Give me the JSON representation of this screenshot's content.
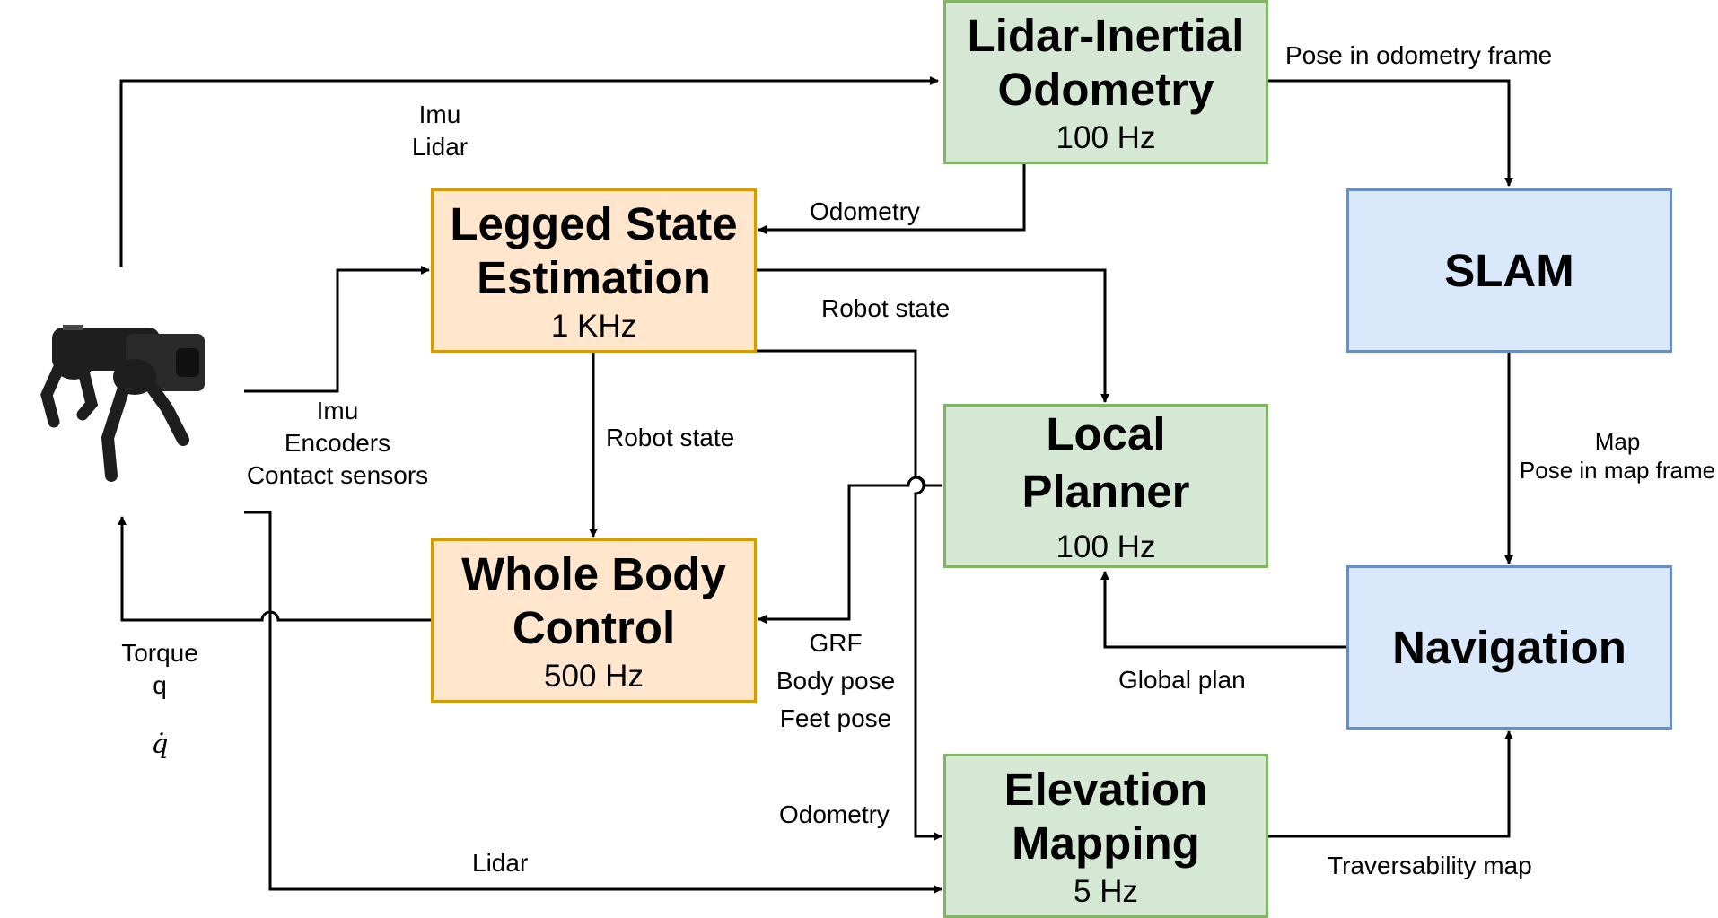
{
  "nodes": {
    "lio": {
      "title_1": "Lidar-Inertial",
      "title_2": "Odometry",
      "rate": "100 Hz"
    },
    "lse": {
      "title_1": "Legged State",
      "title_2": "Estimation",
      "rate": "1 KHz"
    },
    "slam": {
      "title": "SLAM"
    },
    "local_planner": {
      "title_1": "Local",
      "title_2": "Planner",
      "rate": "100 Hz"
    },
    "wbc": {
      "title_1": "Whole Body",
      "title_2": "Control",
      "rate": "500 Hz"
    },
    "navigation": {
      "title": "Navigation"
    },
    "elevation": {
      "title_1": "Elevation",
      "title_2": "Mapping",
      "rate": "5 Hz"
    }
  },
  "edge_labels": {
    "imu_lidar": [
      "Imu",
      "Lidar"
    ],
    "imu_encoders": [
      "Imu",
      "Encoders",
      "Contact sensors"
    ],
    "pose_odom": "Pose in odometry frame",
    "odometry_to_lse": "Odometry",
    "robot_state_to_planner": "Robot state",
    "robot_state_to_wbc": "Robot state",
    "map_pose": [
      "Map",
      "Pose in map frame"
    ],
    "grf": [
      "GRF",
      "Body pose",
      "Feet pose"
    ],
    "global_plan": "Global plan",
    "torque": [
      "Torque",
      "q"
    ],
    "qdot": "q̇",
    "odometry_to_elev": "Odometry",
    "lidar": "Lidar",
    "traversability": "Traversability map"
  },
  "colors": {
    "green_fill": "#d5e8d4",
    "green_border": "#82b366",
    "orange_fill": "#ffe6cc",
    "orange_border": "#d79b00",
    "blue_fill": "#dae8fc",
    "blue_border": "#6c8ebf"
  },
  "icons": {
    "robot": "quadruped-robot-icon"
  }
}
